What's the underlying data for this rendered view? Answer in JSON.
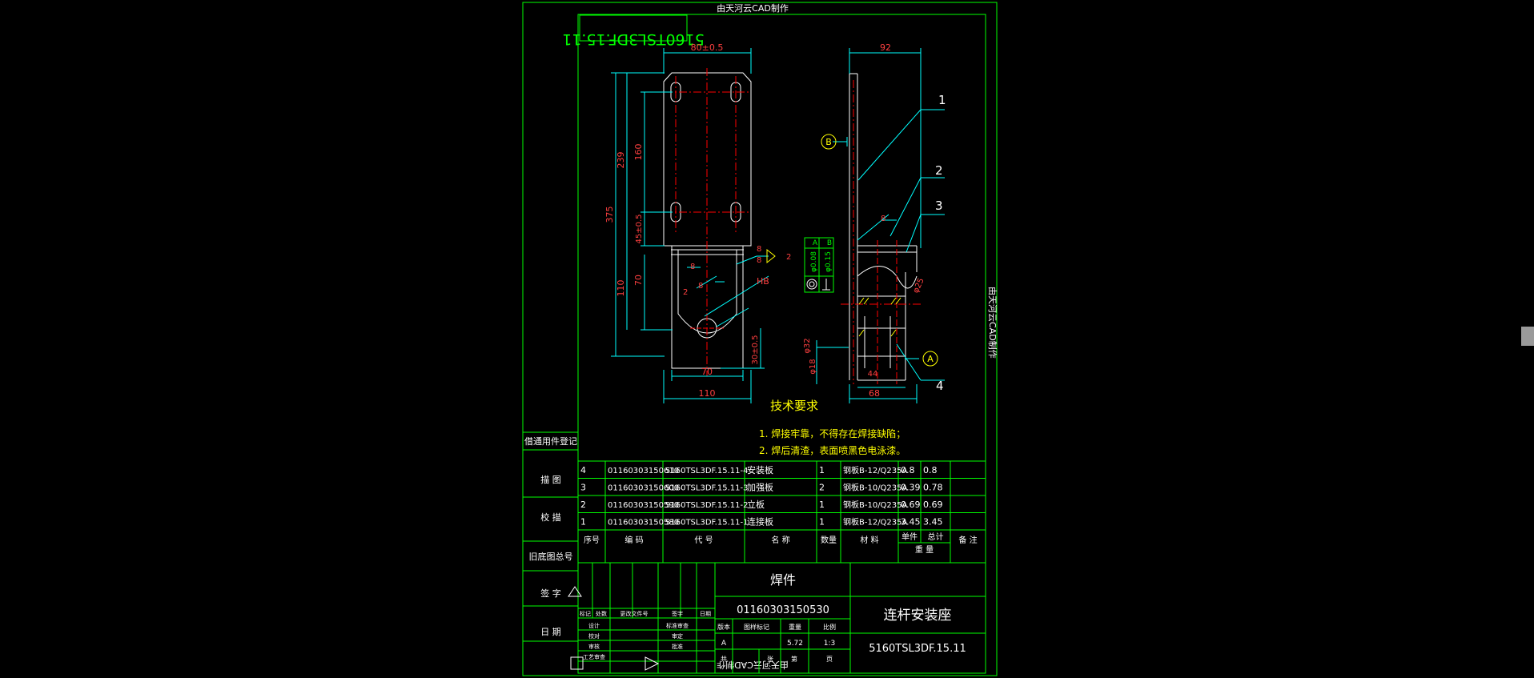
{
  "watermark": "由天河云CAD制作",
  "watermark_flipped": "由天河云CAD制作",
  "watermark_side": "由天河云CAD制作",
  "drawing_code_box": "5160TSL3DF.15.11",
  "dims": {
    "top_width": "80±0.5",
    "h239": "239",
    "h160": "160",
    "h375": "375",
    "h45": "45±0.5",
    "h70": "70",
    "h110": "110",
    "w70": "70",
    "w110": "110",
    "d30": "30±0.5",
    "side92": "92",
    "side68": "68",
    "side44": "44",
    "dia18": "φ18",
    "dia25": "φ25",
    "dia32": "φ32",
    "hb": "HB",
    "weld8a": "8",
    "weld8b": "8",
    "weld8c": "8",
    "weld8d": "8",
    "weld8e": "8",
    "weld2a": "2",
    "weld2b": "2"
  },
  "tolerance": {
    "r1_value": "φ0.08",
    "r1_ref": "A",
    "r2_value": "φ0.15",
    "r2_ref": "B"
  },
  "datums": {
    "a": "A",
    "b": "B"
  },
  "callouts": [
    "1",
    "2",
    "3",
    "4"
  ],
  "tech_title": "技术要求",
  "tech_req": [
    "1. 焊接牢靠，不得存在焊接缺陷；",
    "2. 焊后清渣，表面喷黑色电泳漆。"
  ],
  "left_column": [
    "借通用件登记",
    "描 图",
    "校 描",
    "旧底图总号",
    "签 字",
    "日 期"
  ],
  "bom_rows": [
    {
      "no": "4",
      "code": "01160303150610",
      "drawing": "5160TSL3DF.15.11-4",
      "name": "安装板",
      "qty": "1",
      "material": "钢板B-12/Q235A",
      "unit": "0.8",
      "total": "0.8",
      "note": ""
    },
    {
      "no": "3",
      "code": "01160303150600",
      "drawing": "5160TSL3DF.15.11-3",
      "name": "加强板",
      "qty": "2",
      "material": "钢板B-10/Q235A",
      "unit": "0.39",
      "total": "0.78",
      "note": ""
    },
    {
      "no": "2",
      "code": "01160303150590",
      "drawing": "5160TSL3DF.15.11-2",
      "name": "立板",
      "qty": "1",
      "material": "钢板B-10/Q235A",
      "unit": "0.69",
      "total": "0.69",
      "note": ""
    },
    {
      "no": "1",
      "code": "01160303150580",
      "drawing": "5160TSL3DF.15.11-1",
      "name": "连接板",
      "qty": "1",
      "material": "钢板B-12/Q235A",
      "unit": "3.45",
      "total": "3.45",
      "note": ""
    }
  ],
  "bom_header": {
    "no": "序号",
    "code": "编 码",
    "drawing": "代 号",
    "name": "名 称",
    "qty": "数量",
    "material": "材 料",
    "unit": "单件",
    "total": "总计",
    "weight": "重 量",
    "note": "备 注"
  },
  "title_block": {
    "part_type": "焊件",
    "part_code": "01160303150530",
    "part_name": "连杆安装座",
    "drawing_no": "5160TSL3DF.15.11",
    "rev_label": "版本",
    "mark_label": "图样标记",
    "weight_label": "重量",
    "scale_label": "比例",
    "rev": "A",
    "weight": "5.72",
    "scale": "1:3",
    "sheets": "共",
    "sheet": "第",
    "sheet_unit1": "张",
    "sheet_unit2": "页",
    "change_cols": [
      "标记",
      "处数",
      "更改文件号",
      "签字",
      "日期"
    ],
    "signers": [
      "设计",
      "校对",
      "审核",
      "工艺审查"
    ],
    "signers2": [
      "标准审查",
      "审定",
      "批准",
      ""
    ]
  },
  "colors": {
    "background": "#000000",
    "frame": "#00ff00",
    "geometry": "#ffffff",
    "dimension": "#00ffff",
    "centerline": "#ff0000",
    "dim_text": "#ff4040",
    "note_text": "#ffff00"
  }
}
